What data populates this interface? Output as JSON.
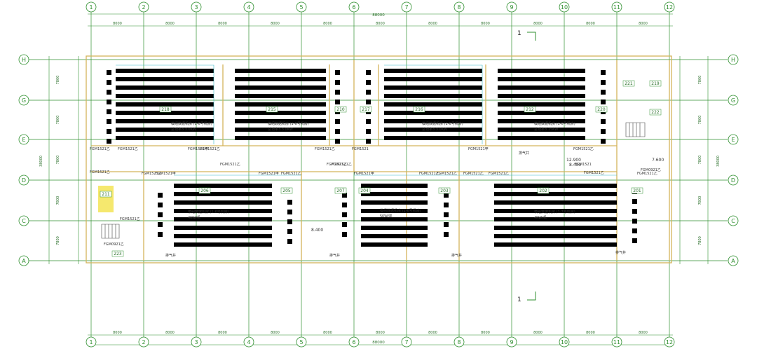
{
  "plan": {
    "columns": [
      "1",
      "2",
      "3",
      "4",
      "5",
      "6",
      "7",
      "8",
      "9",
      "10",
      "11",
      "12"
    ],
    "rows": [
      "H",
      "G",
      "E",
      "D",
      "C",
      "A"
    ],
    "top_dims": [
      "8000",
      "8000",
      "8000",
      "8000",
      "8000",
      "8000",
      "8000",
      "8000",
      "8000",
      "8000",
      "8000"
    ],
    "bottom_dims": [
      "8000",
      "8000",
      "8000",
      "8000",
      "8000",
      "8000",
      "8000",
      "8000",
      "8000",
      "8000",
      "8000"
    ],
    "total_dim": "88000",
    "left_dims": [
      "7800",
      "7800",
      "7800",
      "7800",
      "7800"
    ],
    "right_dims": [
      "7800",
      "7800",
      "7800",
      "7800",
      "7800"
    ],
    "side_total": "38000",
    "section_mark": "1",
    "rooms": [
      "218",
      "215",
      "210",
      "217",
      "216",
      "212",
      "221",
      "219",
      "222",
      "223",
      "211",
      "220",
      "206",
      "205",
      "207",
      "204",
      "203",
      "201",
      "202"
    ],
    "door_labels": [
      "FGM1521乙",
      "FGM1521乙",
      "FGM1521甲",
      "FGM1521乙",
      "FGM1521乙",
      "FGM1521乙",
      "FGM1521乙",
      "FGM1521甲",
      "FGM1521乙",
      "FGM1521乙",
      "FGM1521乙",
      "FGM1521乙",
      "FGM1521甲",
      "FGM1521甲",
      "FGM1521乙",
      "FGM1521乙",
      "FGM1521甲",
      "FGM1521乙",
      "FGM1521乙",
      "FGM1521乙",
      "FGM1521乙",
      "FGM1521乙",
      "FGM1521乙",
      "FGM0921乙",
      "FGM1521",
      "FGM0921乙",
      "FGM1521"
    ],
    "elevations": [
      "8.400",
      "12.900",
      "8.400",
      "7.600"
    ],
    "room_notes": [
      {
        "line1": "模组数据机房 (1-6号机房)",
        "line2": "总功率3.3.0KW"
      },
      {
        "line1": "模组数据机房 (1-6号机房)",
        "line2": "总功率3.3.0KW"
      },
      {
        "line1": "模组数据机房 (1-6号机房)",
        "line2": "总功率3.3.0KW"
      },
      {
        "line1": "模组数据机房 (1-6号机房)",
        "line2": "总功率3.15KW"
      },
      {
        "line1": "模组数据机房 (1-6号机房)",
        "line2": "4KW/机"
      },
      {
        "line1": "模组数据机房 (1-6号机房)",
        "line2": "5KW/机"
      },
      {
        "line1": "模组数据机房 (1-7号机房)",
        "line2": "4KW/机"
      }
    ],
    "aux_labels": [
      "排气井",
      "排气井",
      "排气井",
      "排气井",
      "排气井"
    ]
  }
}
